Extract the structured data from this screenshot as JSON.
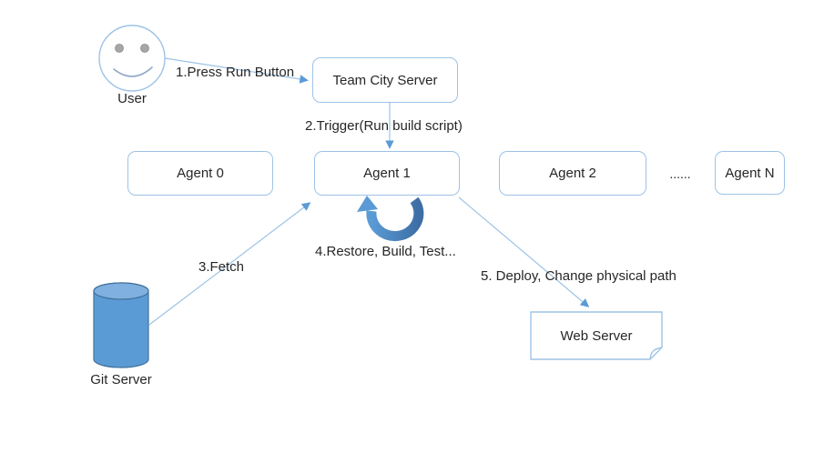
{
  "diagram_type": "flow-diagram",
  "nodes": {
    "user": {
      "label": "User",
      "shape": "smiley-face"
    },
    "team_city_server": {
      "label": "Team City Server",
      "shape": "rounded-rectangle"
    },
    "agent_0": {
      "label": "Agent 0",
      "shape": "rounded-rectangle"
    },
    "agent_1": {
      "label": "Agent 1",
      "shape": "rounded-rectangle"
    },
    "agent_2": {
      "label": "Agent 2",
      "shape": "rounded-rectangle"
    },
    "agent_ellipsis": {
      "label": "......"
    },
    "agent_n": {
      "label": "Agent N",
      "shape": "rounded-rectangle"
    },
    "git_server": {
      "label": "Git Server",
      "shape": "cylinder"
    },
    "web_server": {
      "label": "Web Server",
      "shape": "folded-corner-rectangle"
    }
  },
  "edges": [
    {
      "label": "1.Press Run Button",
      "from": "user",
      "to": "team_city_server"
    },
    {
      "label": "2.Trigger(Run build script)",
      "from": "team_city_server",
      "to": "agent_1"
    },
    {
      "label": "3.Fetch",
      "from": "git_server",
      "to": "agent_1"
    },
    {
      "label": "4.Restore, Build, Test...",
      "from": "agent_1",
      "to": "agent_1",
      "type": "self-loop"
    },
    {
      "label": "5. Deploy, Change physical path",
      "from": "agent_1",
      "to": "web_server"
    }
  ],
  "colors": {
    "background": "#FFFFFF",
    "connector_line": "#9DC3E6",
    "arrowhead": "#5B9BD5",
    "box_border": "#9DC3E6",
    "box_fill": "#FFFFFF",
    "text": "#262626",
    "cylinder_fill": "#5B9BD5",
    "cylinder_top_fill": "#7FB0E0",
    "cylinder_border": "#41719C",
    "loop_gradient_start": "#5B9BD5",
    "loop_gradient_end": "#3D6EA5",
    "smiley_eye": "#A6A6A6"
  }
}
